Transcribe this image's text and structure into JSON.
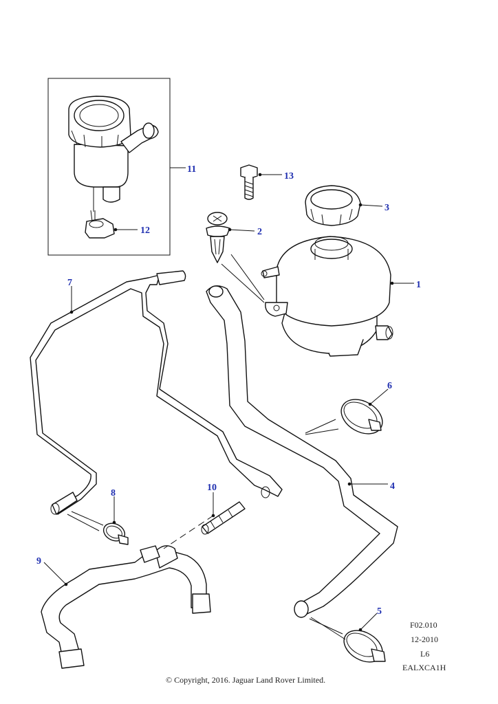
{
  "callouts": [
    "1",
    "2",
    "3",
    "4",
    "5",
    "6",
    "7",
    "8",
    "9",
    "10",
    "11",
    "12",
    "13"
  ],
  "reference": {
    "figure": "F02.010",
    "date": "12-2010",
    "engine": "L6",
    "code": "EALXCA1H"
  },
  "copyright": "© Copyright, 2016. Jaguar Land Rover Limited.",
  "colors": {
    "callout": "#1f2fb0",
    "line": "#111111",
    "background": "#ffffff"
  }
}
